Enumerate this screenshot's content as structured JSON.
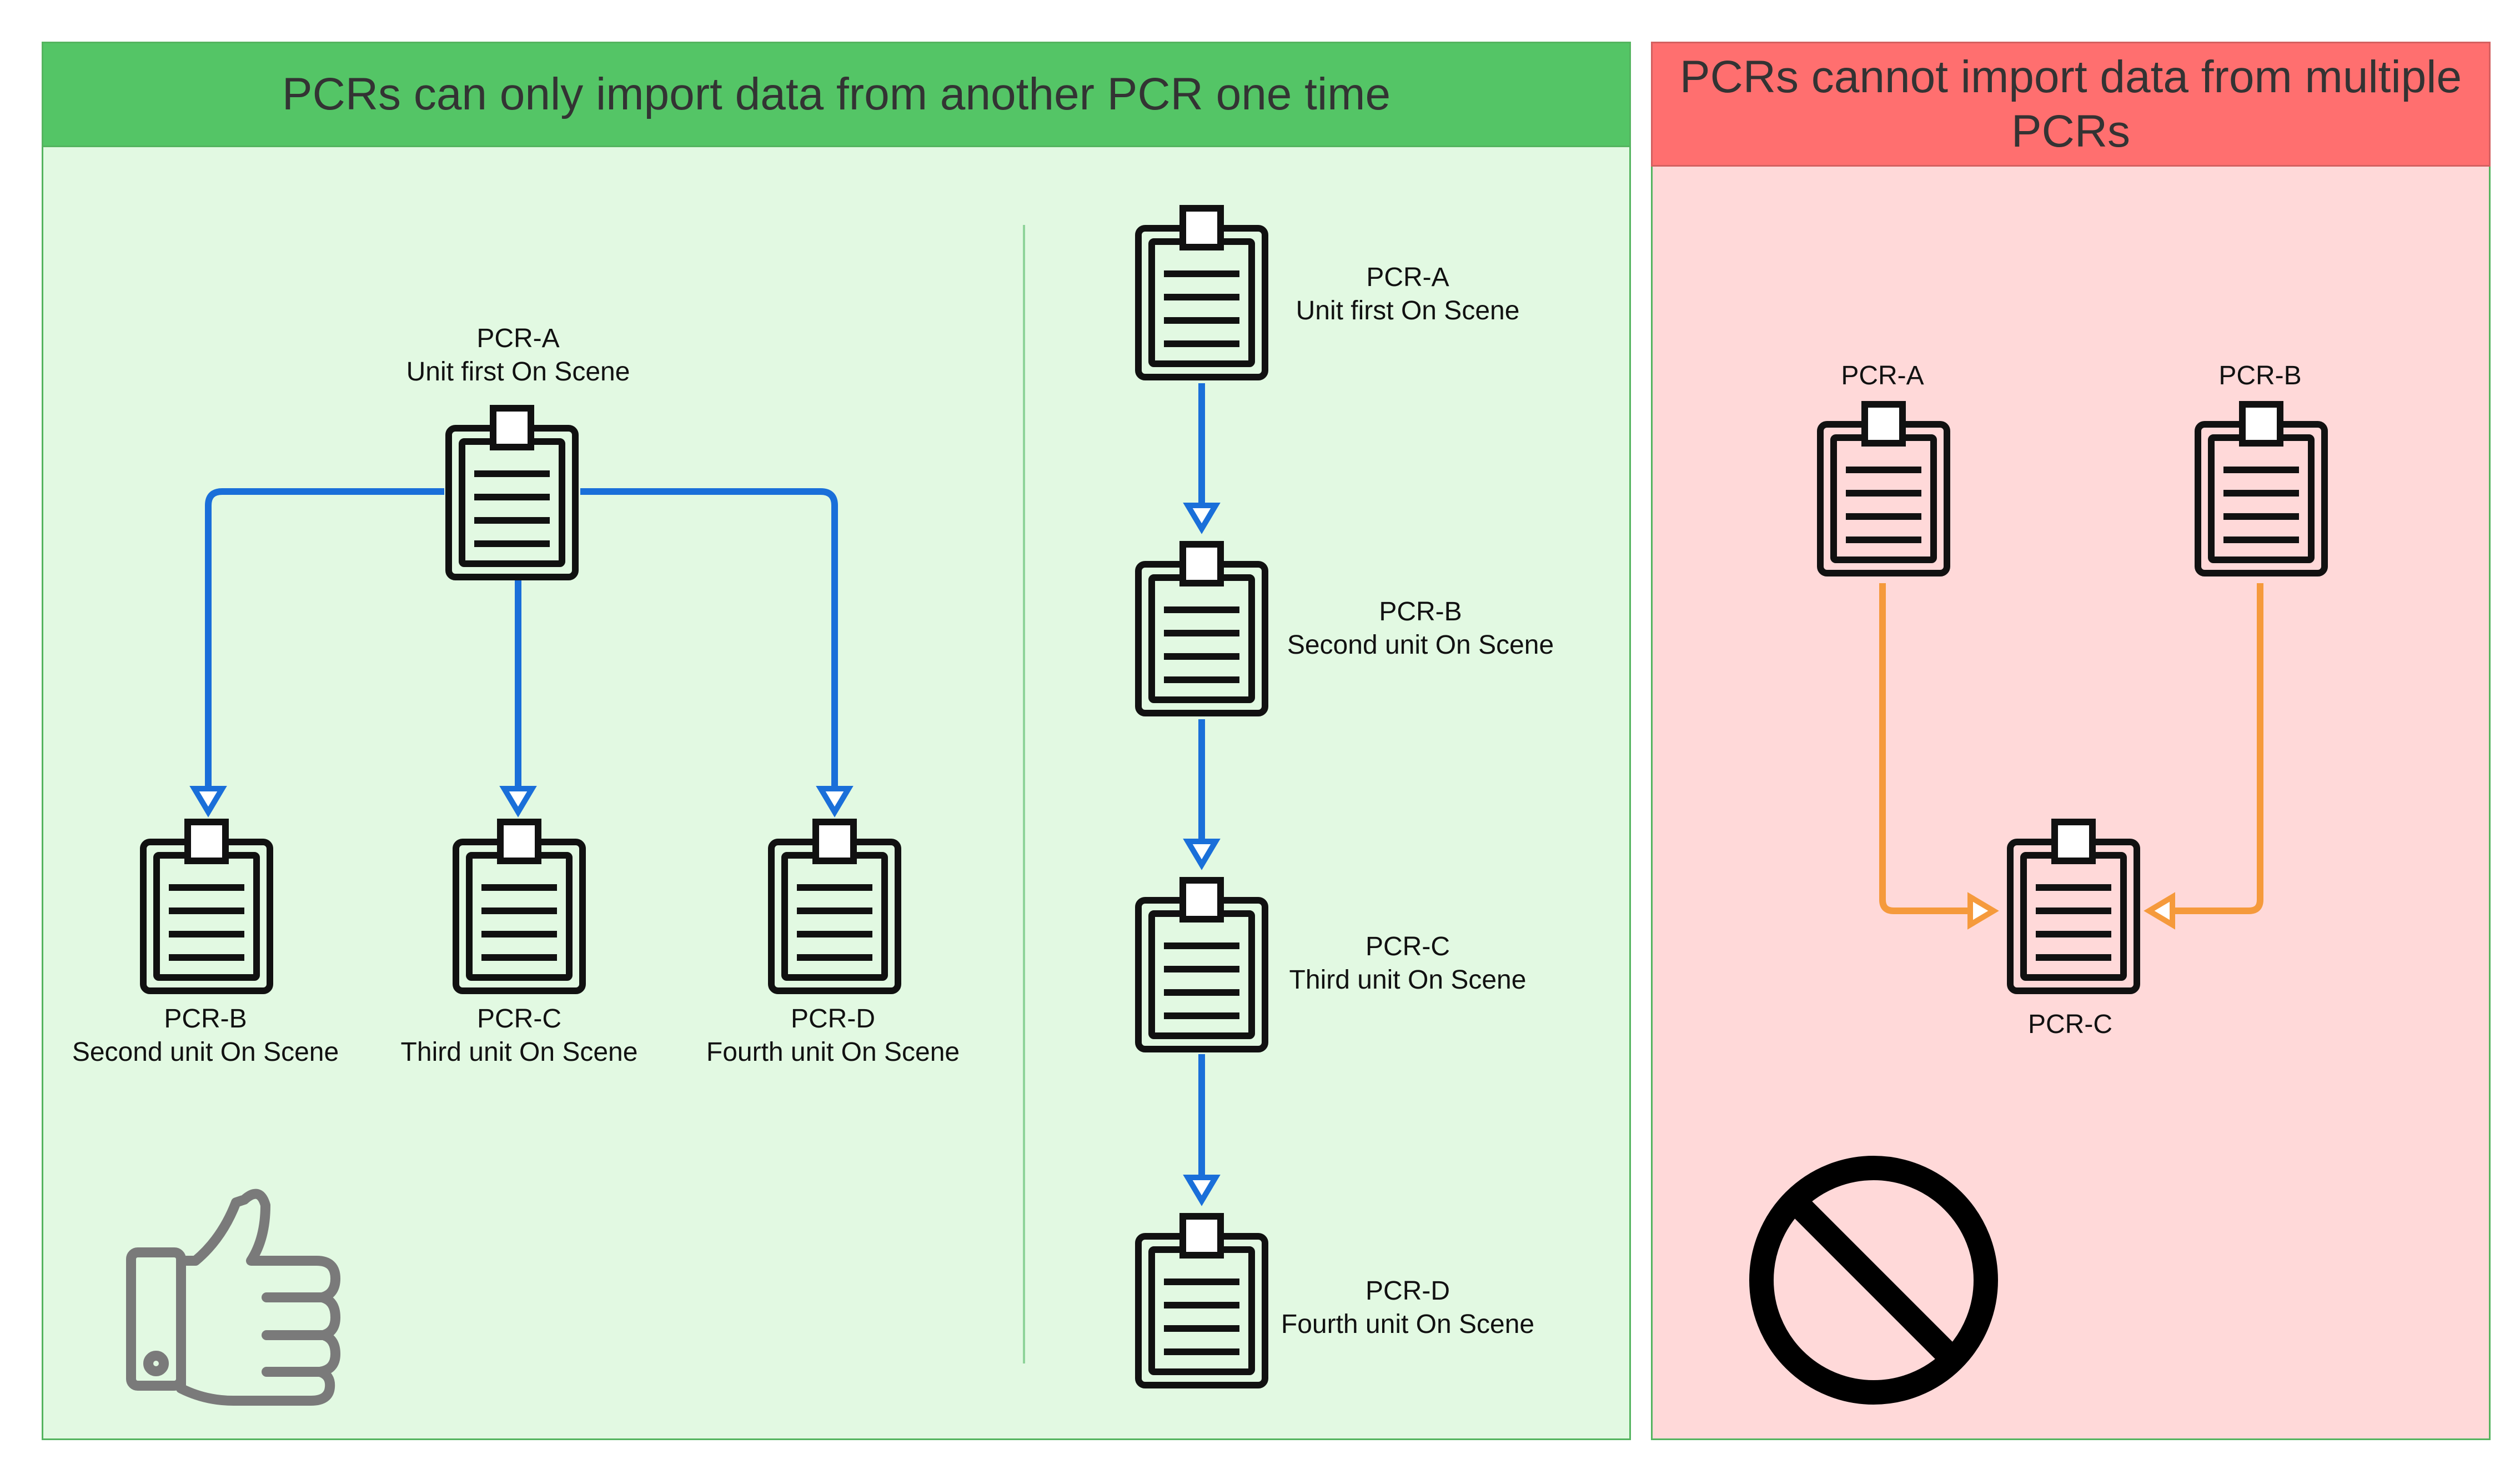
{
  "left_panel": {
    "title": "PCRs can only import data from another PCR one time",
    "tree": {
      "root": {
        "name": "PCR-A",
        "desc": "Unit first On Scene"
      },
      "children": [
        {
          "name": "PCR-B",
          "desc": "Second unit On Scene"
        },
        {
          "name": "PCR-C",
          "desc": "Third unit On Scene"
        },
        {
          "name": "PCR-D",
          "desc": "Fourth unit On Scene"
        }
      ]
    },
    "chain": [
      {
        "name": "PCR-A",
        "desc": "Unit first On Scene"
      },
      {
        "name": "PCR-B",
        "desc": "Second unit On Scene"
      },
      {
        "name": "PCR-C",
        "desc": "Third unit On Scene"
      },
      {
        "name": "PCR-D",
        "desc": "Fourth unit On Scene"
      }
    ],
    "icon": "thumbs-up-icon"
  },
  "right_panel": {
    "title": "PCRs cannot import data from multiple PCRs",
    "sources": [
      {
        "name": "PCR-A"
      },
      {
        "name": "PCR-B"
      }
    ],
    "target": {
      "name": "PCR-C"
    },
    "icon": "prohibited-icon"
  },
  "colors": {
    "left_header": "#54c566",
    "left_body": "#e2f9e2",
    "right_header": "#ff6f6f",
    "right_body": "#ffd9d9",
    "allowed_arrow": "#1a6fd9",
    "blocked_arrow": "#f59a3c",
    "icon_stroke": "#111111",
    "thumb_gray": "#7a7a7a"
  }
}
